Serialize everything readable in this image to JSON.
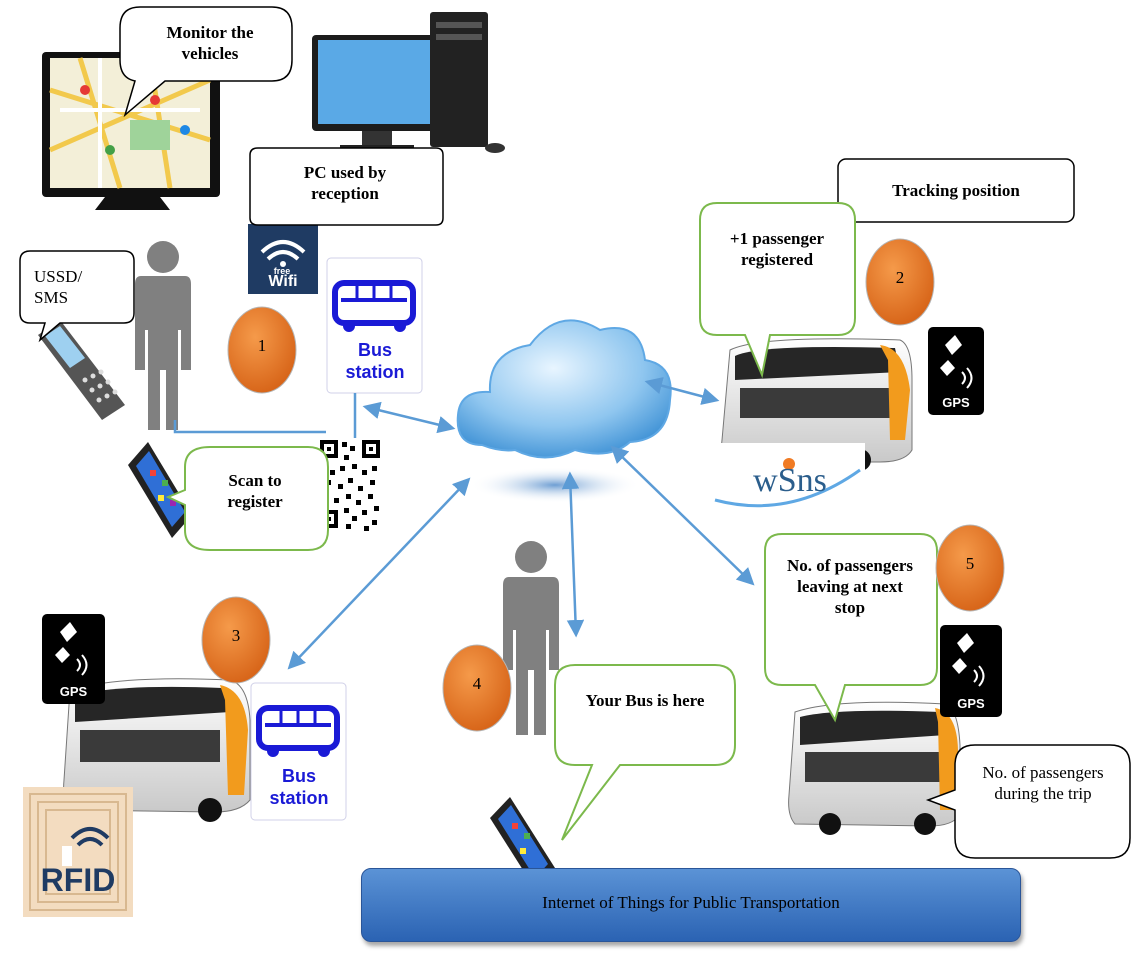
{
  "labels": {
    "monitor": "Monitor the vehicles",
    "pc": "PC used by reception",
    "ussd": "USSD/ SMS",
    "scan": "Scan to register",
    "passenger": "+1 passenger registered",
    "tracking": "Tracking position",
    "bus_is_here": "Your Bus is here",
    "leaving": "No. of passengers leaving at next stop",
    "during": "No. of passengers during the trip",
    "title": "Internet of Things for Public Transportation"
  },
  "badges": [
    "1",
    "2",
    "3",
    "4",
    "5"
  ],
  "icons": {
    "bus_station": "Bus station",
    "bus_station_line1": "Bus",
    "bus_station_line2": "station",
    "gps": "GPS",
    "wifi_small": "free",
    "wifi": "Wifi",
    "rfid": "RFID",
    "wsns": "wSns"
  },
  "colors": {
    "badge": "#ec7a26",
    "arrow": "#5b9bd5",
    "speech_border": "#7cb94c",
    "bus_station_blue": "#1a1ad6",
    "title_bar": "#3b75c4"
  }
}
